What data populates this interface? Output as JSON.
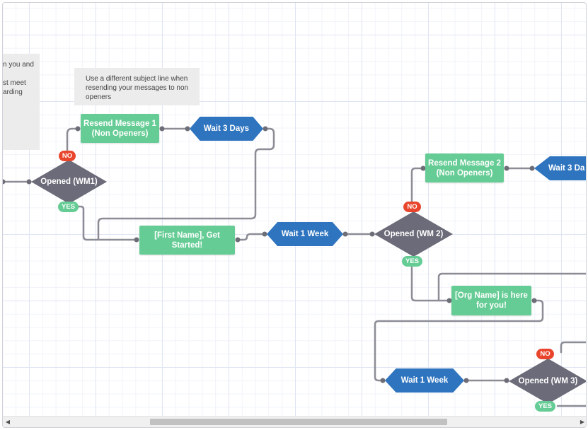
{
  "notes": {
    "left_partial": [
      "n you and",
      "",
      "st meet",
      "arding"
    ],
    "subject_tip": "Use a different subject line when resending your messages to non openers"
  },
  "actions": {
    "resend1": "Resend Message 1 (Non Openers)",
    "first_name": "[First Name], Get Started!",
    "resend2": "Resend Message 2 (Non Openers)",
    "org_name": "[Org Name] is here for you!"
  },
  "waits": {
    "wait3_top": "Wait 3 Days",
    "wait1_mid": "Wait 1 Week",
    "wait3_right": "Wait 3 Da",
    "wait1_bottom": "Wait 1 Week"
  },
  "decisions": {
    "wm1": "Opened (WM1)",
    "wm2": "Opened (WM 2)",
    "wm3": "Opened (WM 3)"
  },
  "badges": {
    "no": "NO",
    "yes": "YES"
  },
  "colors": {
    "action": "#66cc95",
    "wait": "#2f74bf",
    "decision": "#6b6b79",
    "no_badge": "#e8452c",
    "connector": "#8c8c96"
  }
}
